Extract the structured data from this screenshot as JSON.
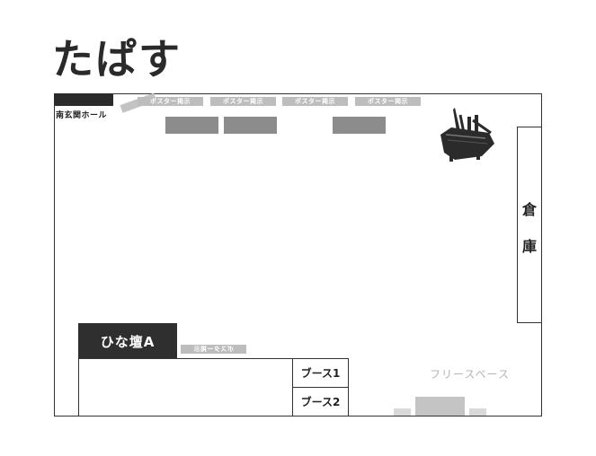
{
  "page": {
    "title": "たぱす"
  },
  "entrance": {
    "label": "南玄関ホール"
  },
  "posters": {
    "top": [
      {
        "label": "ポスター掲示"
      },
      {
        "label": "ポスター掲示"
      },
      {
        "label": "ポスター掲示"
      },
      {
        "label": "ポスター掲示"
      }
    ],
    "bottom": {
      "label": "ポスター掲示"
    }
  },
  "storage": {
    "chars": [
      "倉",
      "庫"
    ]
  },
  "hina": {
    "label": "ひな壇A"
  },
  "booths": [
    {
      "label": "ブース1"
    },
    {
      "label": "ブース2"
    }
  ],
  "free_space": {
    "label": "フリースペース"
  },
  "colors": {
    "hall_border": "#333333",
    "dark_block": "#2f2f2f",
    "poster_board": "#8c8c8c",
    "poster_tag": "#bdbdbd",
    "free_space_text": "#b5b5b5"
  },
  "icons": {
    "piano": "grand-piano-icon"
  }
}
